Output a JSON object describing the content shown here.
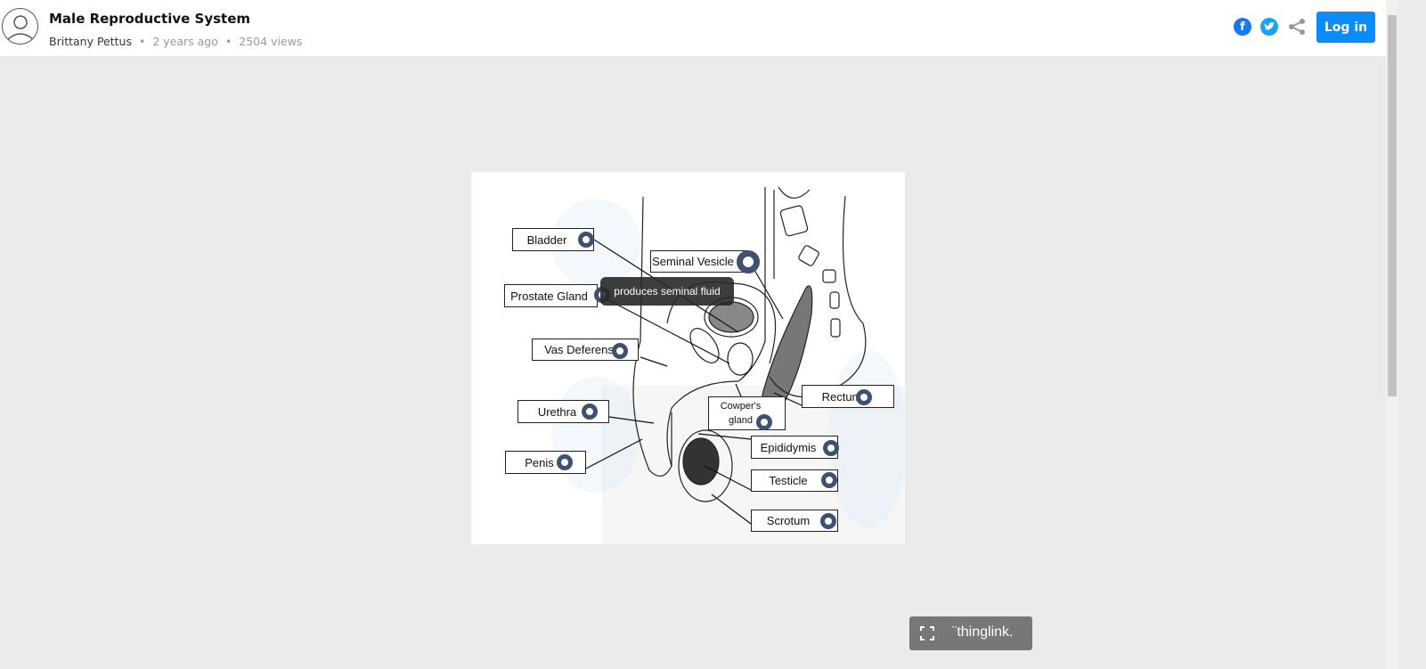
{
  "header": {
    "title": "Male Reproductive System",
    "author": "Brittany Pettus",
    "time_ago": "2 years ago",
    "views": "2504 views",
    "login_label": "Log in",
    "icons": [
      "user-avatar-icon",
      "facebook-icon",
      "twitter-icon",
      "share-icon"
    ],
    "colors": {
      "facebook": "#1877f2",
      "twitter": "#1da1f2",
      "login": "#0a8cff",
      "hotspot": "#3f5173"
    }
  },
  "diagram": {
    "labels": {
      "bladder": "Bladder",
      "seminal_vesicle": "Seminal Vesicle",
      "prostate_gland": "Prostate Gland",
      "vas_deferens": "Vas Deferens",
      "urethra": "Urethra",
      "penis": "Penis",
      "cowpers_gland_1": "Cowper's",
      "cowpers_gland_2": "gland",
      "rectum": "Rectum",
      "epididymis": "Epididymis",
      "testicle": "Testicle",
      "scrotum": "Scrotum"
    },
    "tooltip": "produces seminal fluid"
  },
  "footer": {
    "brand": "¨thinglink.",
    "fullscreen_icon": "fullscreen-icon"
  }
}
